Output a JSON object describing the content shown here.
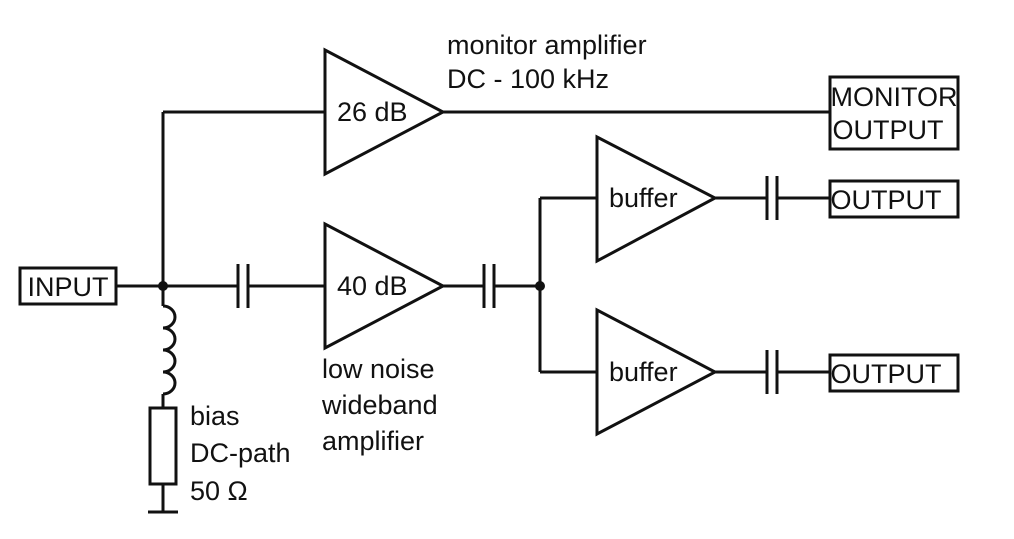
{
  "input_label": "INPUT",
  "monitor_output": {
    "line1": "MONITOR",
    "line2": "OUTPUT"
  },
  "output_labels": [
    "OUTPUT",
    "OUTPUT"
  ],
  "monitor_amp": {
    "gain": "26 dB",
    "caption_line1": "monitor amplifier",
    "caption_line2": "DC - 100 kHz"
  },
  "lna": {
    "gain": "40 dB",
    "caption_line1": "low noise",
    "caption_line2": "wideband",
    "caption_line3": "amplifier"
  },
  "buffers": [
    "buffer",
    "buffer"
  ],
  "bias": {
    "line1": "bias",
    "line2": "DC-path",
    "line3": "50 Ω"
  }
}
